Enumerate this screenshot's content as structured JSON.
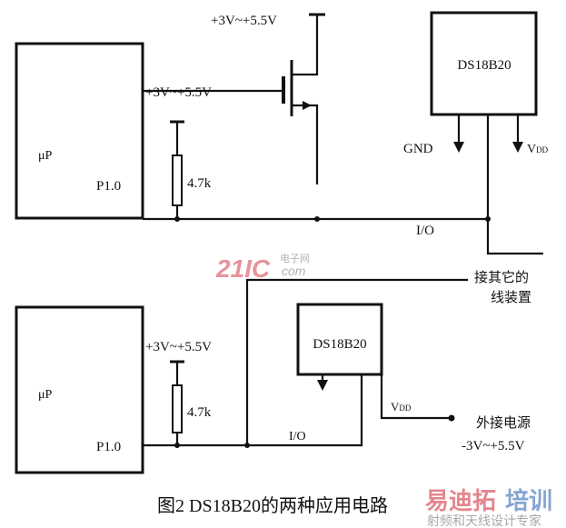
{
  "top_circuit": {
    "mcu_label": "μP",
    "pin_label": "P1.0",
    "supply_fet": "+3V~+5.5V",
    "supply_resistor": "+3V~+5.5V",
    "resistor": "4.7k",
    "io_label": "I/O",
    "sensor": "DS18B20",
    "gnd_label": "GND",
    "vdd_label": "V",
    "vdd_sub": "DD"
  },
  "bottom_circuit": {
    "mcu_label": "μP",
    "pin_label": "P1.0",
    "supply_resistor": "+3V~+5.5V",
    "resistor": "4.7k",
    "io_label": "I/O",
    "sensor": "DS18B20",
    "vdd_label": "V",
    "vdd_sub": "DD",
    "other_devices_line1": "接其它的",
    "other_devices_line2": "线装置",
    "ext_power_line1": "外接电源",
    "ext_power_line2": "-3V~+5.5V"
  },
  "caption": "图2 DS18B20的两种应用电路",
  "watermarks": {
    "site_logo": "21IC",
    "site_logo_sub": "电子网",
    "site_logo_sub2": "com",
    "training_logo_red": "易迪拓",
    "training_logo_blue": "培训",
    "training_tagline": "射频和天线设计专家"
  },
  "colors": {
    "line": "#111111",
    "watermark_red": "#e0707a",
    "watermark_blue": "#6f96c8",
    "watermark_grey": "#9a9a9a"
  }
}
